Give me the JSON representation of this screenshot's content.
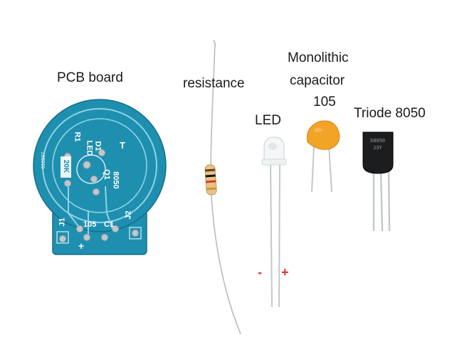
{
  "labels": {
    "pcb": "PCB board",
    "resistance": "resistance",
    "led": "LED",
    "capacitor_line1": "Monolithic",
    "capacitor_line2": "capacitor",
    "capacitor_line3": "105",
    "triode": "Triode 8050"
  },
  "pcb_silkscreen": {
    "r1": "R1",
    "r1_value": "20K",
    "d1": "D1",
    "led": "LED",
    "t": "T",
    "q1": "Q1",
    "part": "8050",
    "j1": "J1",
    "j2": "J2",
    "c1": "C1",
    "cap_value": "105",
    "plus": "+",
    "serial": "010597"
  },
  "led_polarity": {
    "minus": "-",
    "plus": "+"
  },
  "transistor_marking": {
    "line1": "S8050",
    "line2": "J3Y"
  },
  "colors": {
    "pcb_blue": "#1f8fb0",
    "pcb_trace": "#6cc6de",
    "cap_orange": "#f2a426",
    "polarity_red": "#e53030"
  }
}
